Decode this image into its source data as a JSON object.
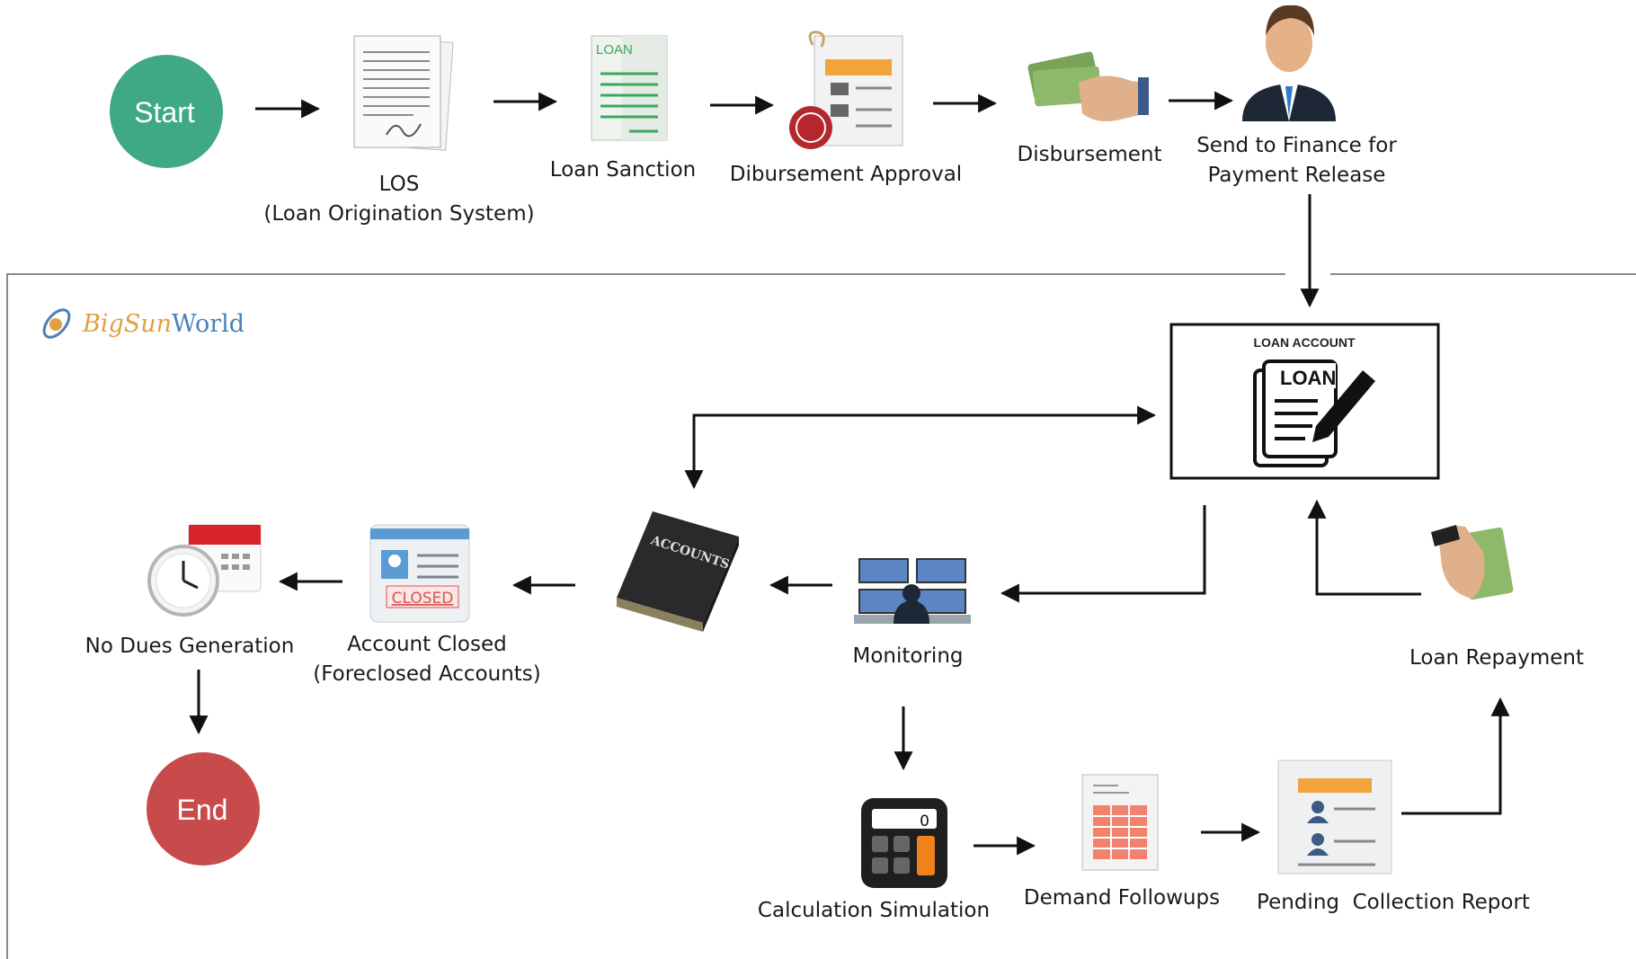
{
  "nodes": {
    "start": "Start",
    "los": {
      "line1": "LOS",
      "line2": "(Loan Origination System)"
    },
    "loan_sanction": "Loan Sanction",
    "disbursement_approval": "Dibursement Approval",
    "disbursement": "Disbursement",
    "send_to_finance": {
      "line1": "Send to Finance for",
      "line2": "Payment Release"
    },
    "loan_account_title": "LOAN ACCOUNT",
    "loan_account_doc": "LOAN",
    "monitoring": "Monitoring",
    "accounts_book": "ACCOUNTS",
    "account_closed": {
      "line1": "Account Closed",
      "line2": "(Foreclosed Accounts)"
    },
    "closed_stamp": "CLOSED",
    "no_dues": "No Dues Generation",
    "end": "End",
    "calculation_simulation": "Calculation Simulation",
    "calculator_display": "0",
    "demand_followups": "Demand Followups",
    "pending_collection": "Pending  Collection Report",
    "loan_repayment": "Loan Repayment",
    "loan_small": "LOAN"
  },
  "logo": {
    "part1": "BigSun",
    "part2": "World"
  },
  "colors": {
    "start": "#3fa886",
    "end": "#c84b4b",
    "arrow": "#111111",
    "frame": "#8a8a8a"
  }
}
